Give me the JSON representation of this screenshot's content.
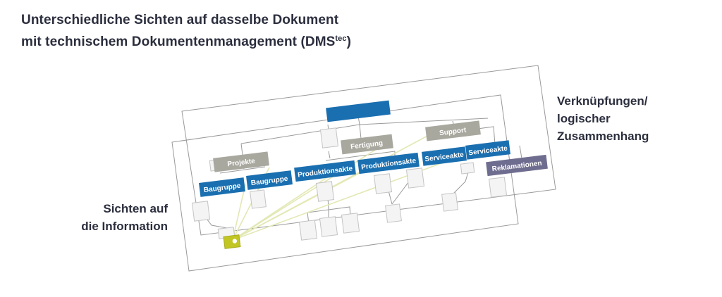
{
  "title": {
    "line1": "Unterschiedliche Sichten auf dasselbe Dokument",
    "line2_main": "mit technischem Dokumentenmanagement (DMS",
    "line2_sup": "tec",
    "line2_end": ")"
  },
  "left_label": {
    "line1": "Sichten auf",
    "line2": "die Information"
  },
  "right_label": {
    "line1": "Verknüpfungen/",
    "line2": "logischer",
    "line3": "Zusammenhang"
  },
  "nodes": {
    "projekte": "Projekte",
    "fertigung": "Fertigung",
    "support": "Support",
    "baugruppe1": "Baugruppe",
    "baugruppe2": "Baugruppe",
    "produktionsakte1": "Produktionsakte",
    "produktionsakte2": "Produktionsakte",
    "serviceakte1": "Serviceakte",
    "serviceakte2": "Serviceakte",
    "reklamationen": "Reklamationen"
  },
  "colors": {
    "blue": "#1a6fb0",
    "grey": "#a9a89f",
    "purple": "#6f6d8f",
    "yellow": "#c2c623",
    "link": "#e3e8b4"
  }
}
